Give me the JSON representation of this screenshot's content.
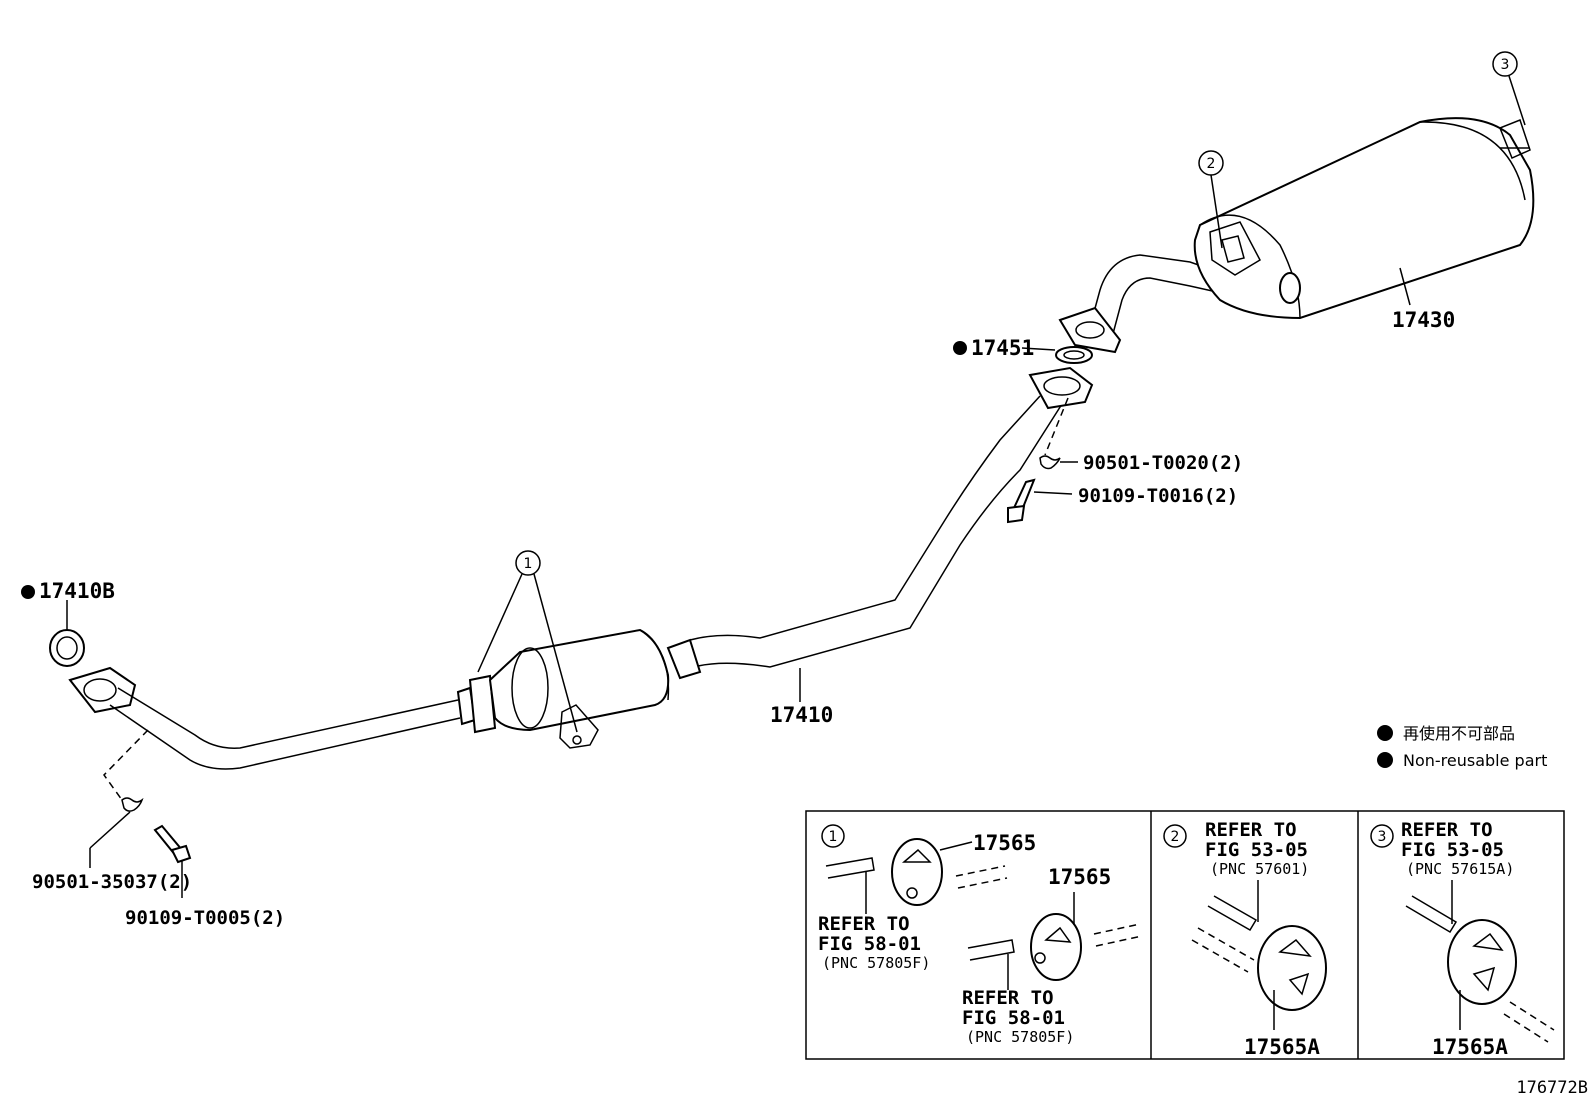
{
  "parts": {
    "p17410B": "17410B",
    "p17410": "17410",
    "p17451": "17451",
    "p17430": "17430",
    "p90501_T0020": "90501-T0020(2)",
    "p90109_T0016": "90109-T0016(2)",
    "p90501_35037": "90501-35037(2)",
    "p90109_T0005": "90109-T0005(2)"
  },
  "callouts": {
    "c1": "1",
    "c2": "2",
    "c3": "3"
  },
  "legend": {
    "jp": "再使用不可部品",
    "en": "Non-reusable part"
  },
  "insets": {
    "inset1": {
      "num": "1",
      "part_a": "17565",
      "part_b": "17565",
      "ref1_l1": "REFER TO",
      "ref1_l2": "FIG 58-01",
      "ref1_l3": "(PNC 57805F)",
      "ref2_l1": "REFER TO",
      "ref2_l2": "FIG 58-01",
      "ref2_l3": "(PNC 57805F)"
    },
    "inset2": {
      "num": "2",
      "ref_l1": "REFER TO",
      "ref_l2": "FIG 53-05",
      "ref_l3": "(PNC 57601)",
      "part": "17565A"
    },
    "inset3": {
      "num": "3",
      "ref_l1": "REFER TO",
      "ref_l2": "FIG 53-05",
      "ref_l3": "(PNC 57615A)",
      "part": "17565A"
    }
  },
  "figure_id": "176772B"
}
